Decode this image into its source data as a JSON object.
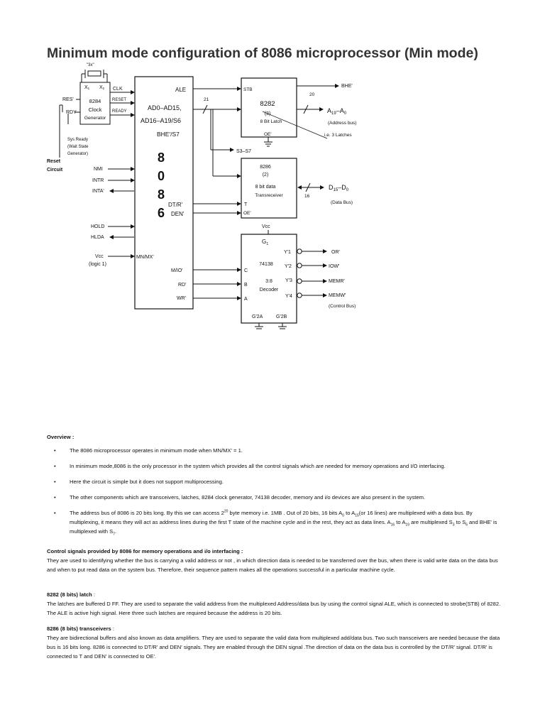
{
  "title": "Minimum mode configuration of 8086 microprocessor (Min mode)",
  "diagram": {
    "crystal": "\"3x\"",
    "crystal_pins": [
      "X",
      "1",
      "X",
      "2"
    ],
    "clock_gen": [
      "8284",
      "Clock",
      "Generator"
    ],
    "clock_gen_left": [
      "RES'",
      "RDY"
    ],
    "clock_gen_right": [
      "CLK",
      "RESET",
      "READY"
    ],
    "sys_ready": [
      "Sys Ready",
      "(Wait State",
      "Generator)"
    ],
    "reset_circuit": [
      "Reset",
      "Circuit"
    ],
    "cpu_digits": [
      "8",
      "0",
      "8",
      "6"
    ],
    "cpu_pins_left": [
      "NMI",
      "INTR",
      "INTA'",
      "HOLD",
      "HLDA",
      "Vcc",
      "(logic 1)"
    ],
    "cpu_pins_inner": [
      "ALE",
      "AD0–AD15,",
      "AD16–A19/S6",
      "BHE'/S7",
      "DT/R'",
      "DEN'",
      "MN/MX'",
      "M/IO'",
      "RD'",
      "WR'"
    ],
    "bus_numbers": [
      "21",
      "20",
      "16"
    ],
    "latch": [
      "STB",
      "8282",
      "(3)",
      "8 Bit Latch",
      "OE'"
    ],
    "latch_note": "i.e. 3 Latches",
    "address_bus": [
      "BHE'",
      "A",
      "19",
      "–",
      "A",
      "0",
      "(Address bus)"
    ],
    "status_lines": "S3–S7",
    "transceiver": [
      "8286",
      "(2)",
      "8 bit data",
      "Transreceiver",
      "T",
      "OE'"
    ],
    "data_bus": [
      "D",
      "15",
      "–",
      "D",
      "0",
      "(Data Bus)"
    ],
    "decoder_vcc": "Vcc",
    "decoder": [
      "G",
      "1",
      "74138",
      "3:8",
      "Decoder",
      "C",
      "B",
      "A"
    ],
    "decoder_outputs": [
      "Y'1",
      "Y'2",
      "Y'3",
      "Y'4"
    ],
    "decoder_enables": [
      "G'2A",
      "G'2B"
    ],
    "control_bus": [
      "OR'",
      "IOW'",
      "MEMR'",
      "MEMW'",
      "(Control Bus)"
    ]
  },
  "overview": {
    "heading": "Overview :",
    "bullets": [
      "The 8086 microprocessor operates in minimum mode when MN/MX' = 1.",
      "In minimum mode,8086 is the only processor in the system which provides all the control signals which are needed for memory operations and I/O interfacing.",
      "Here the circuit is simple but it does not support multiprocessing.",
      "The other components which are transceivers, latches, 8284 clock generator, 74138 decoder, memory and i/o devices are also present in the system."
    ],
    "bullet5": {
      "a": "The address bus of 8086 is 20 bits long. By this we can access 2",
      "sup": "20",
      "b": " byte memory i.e. 1MB . Out of 20 bits, 16 bits A",
      "sub1": "0",
      "c": " to A",
      "sub2": "15",
      "d": "(or 16 lines) are multiplexed with a data bus. By multiplexing, it means they will act as address lines during the first T state of the machine cycle and in the rest, they act as data lines. A",
      "sub3": "16",
      "e": " to A",
      "sub4": "19",
      "f": " are multiplexed S",
      "sub5": "3",
      "g": " to S",
      "sub6": "6",
      "h": " and BHE' is multiplexed with S",
      "sub7": "7",
      "i": "."
    }
  },
  "control": {
    "heading": "Control signals provided by 8086 for memory operations and i/o interfacing :",
    "text": "They are used to identifying whether the bus is carrying a valid address or not , in which direction data is needed to be transferred over the bus, when there is valid write data on the data bus and when to put read data on the system bus. Therefore, their sequence pattern makes all the operations successful in a particular machine cycle."
  },
  "latch_section": {
    "heading": "8282 (8 bits) latch",
    "suffix": " :",
    "text": "The latches are buffered D FF. They are used to separate the valid address from the multiplexed Address/data bus by using the control signal ALE, which is connected to strobe(STB) of 8282. The ALE is active high signal. Here three such latches are required because the address is 20 bits."
  },
  "transceiver_section": {
    "heading": "8286 (8 bits) transceivers",
    "suffix": " :",
    "text": "They are bidirectional buffers and also known as data amplifiers. They are used to separate the valid data from multiplexed add/data bus. Two such transceivers are needed because the data bus is 16 bits long. 8286 is connected to DT/R' and DEN' signals. They are enabled through the DEN signal .The direction of data on the data bus is controlled by the DT/R' signal. DT/R' is connected to T and DEN' is connected to OE'."
  }
}
